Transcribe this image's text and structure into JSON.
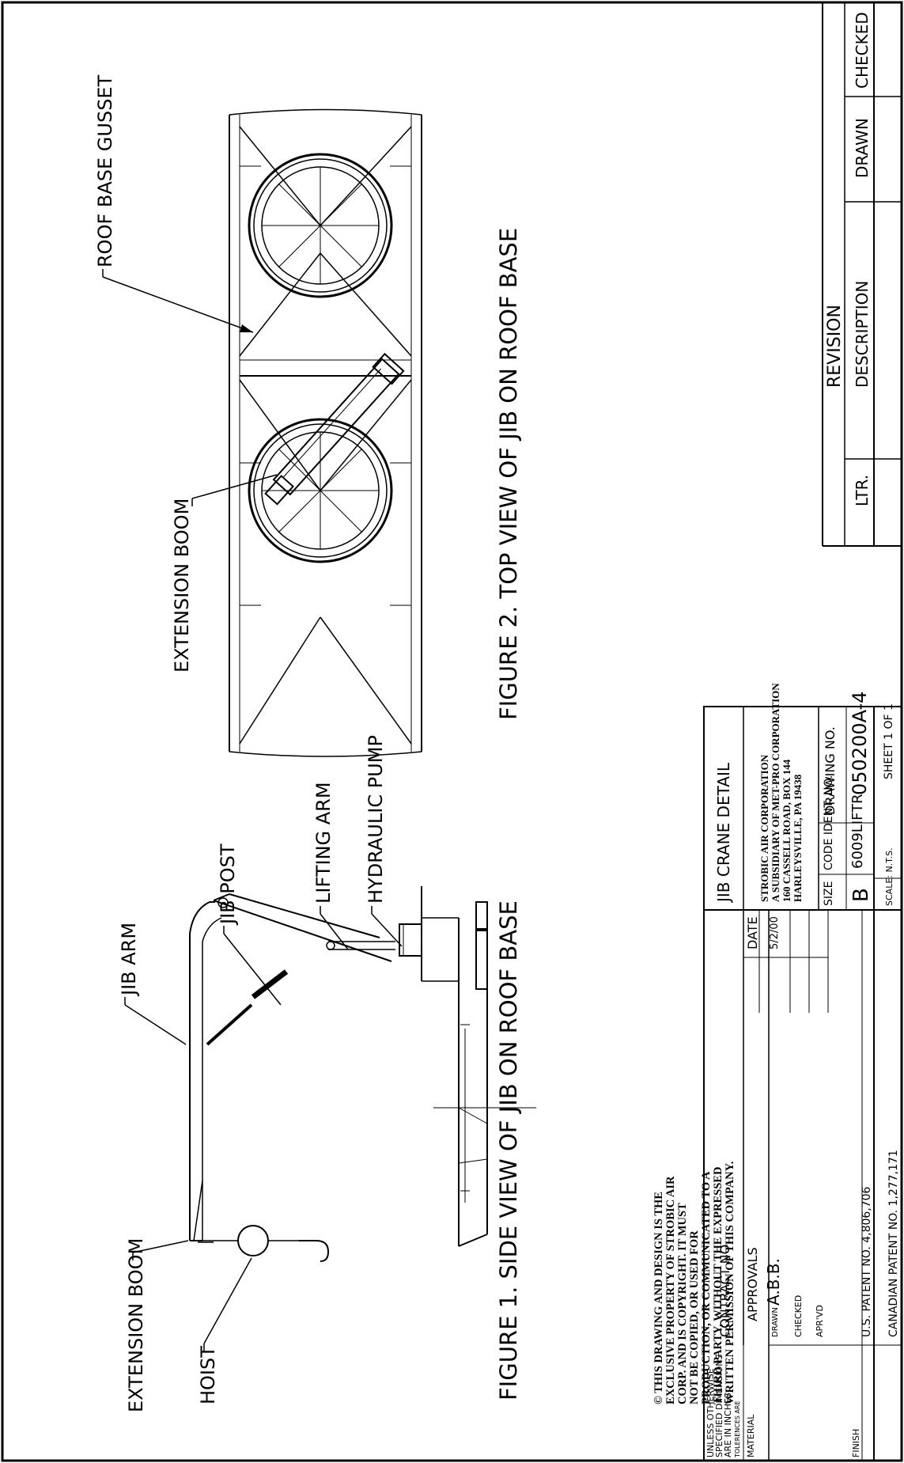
{
  "revision": {
    "title": "REVISION",
    "columns": [
      "LTR.",
      "DESCRIPTION",
      "DRAWN",
      "CHECKED"
    ]
  },
  "figure1": {
    "caption": "FIGURE 1. SIDE VIEW OF JIB ON ROOF BASE",
    "labels": {
      "jib_arm": "JIB ARM",
      "jib_post": "JIB POST",
      "lifting_arm": "LIFTING ARM",
      "hydraulic_pump": "HYDRAULIC PUMP",
      "extension_boom": "EXTENSION BOOM",
      "hoist": "HOIST"
    }
  },
  "figure2": {
    "caption": "FIGURE 2. TOP VIEW OF JIB ON ROOF BASE",
    "labels": {
      "extension_boom": "EXTENSION BOOM",
      "roof_base_gusset": "ROOF BASE GUSSET"
    }
  },
  "copyright": {
    "lines": [
      "© THIS DRAWING AND DESIGN IS THE",
      "EXCLUSIVE PROPERTY OF STROBIC AIR",
      "CORP. AND IS COPYRIGHT.  IT MUST",
      "NOT BE COPIED, OR USED FOR",
      "PRODUCTION, OR COMMUNICATED TO A",
      "THIRD PARTY, WITHOUT THE EXPRESSED",
      "WRITTEN PERMISSION OF THIS COMPANY."
    ]
  },
  "title_block": {
    "tolerance": {
      "line1": "UNLESS OTHERWISE",
      "line2": "SPECIFIED DIMENSIONS",
      "line3": "ARE IN INCHES",
      "line4": "TOLERENCES ARE"
    },
    "material_label": "MATERIAL",
    "finish_label": "FINISH",
    "contract_label": "CONTRACT NO.",
    "approvals_label": "APPROVALS",
    "date_label": "DATE",
    "drawn_label": "DRAWN",
    "drawn_by": "A.B.B.",
    "drawn_date": "5/2/00",
    "checked_label": "CHECKED",
    "apprvd_label": "APR'VD",
    "us_patent": "U.S. PATENT NO. 4,806,706",
    "canadian_patent": "CANADIAN PATENT NO. 1,277,171",
    "drawing_title": "JIB CRANE DETAIL",
    "company": [
      "STROBIC AIR CORPORATION",
      "A SUBSIDIARY OF MET-PRO CORPORATION",
      "160 CASSELL ROAD, BOX 144",
      "HARLEYSVILLE, PA 19438"
    ],
    "size_label": "SIZE",
    "size_value": "B",
    "code_ident_label": "CODE IDENT. NO.",
    "code_ident_value": "6009LIFTR",
    "drawing_no_label": "DRAWING NO.",
    "drawing_no_value": "050200A-4",
    "scale": "SCALE: N.T.S.",
    "sheet": "SHEET 1 OF 1"
  }
}
